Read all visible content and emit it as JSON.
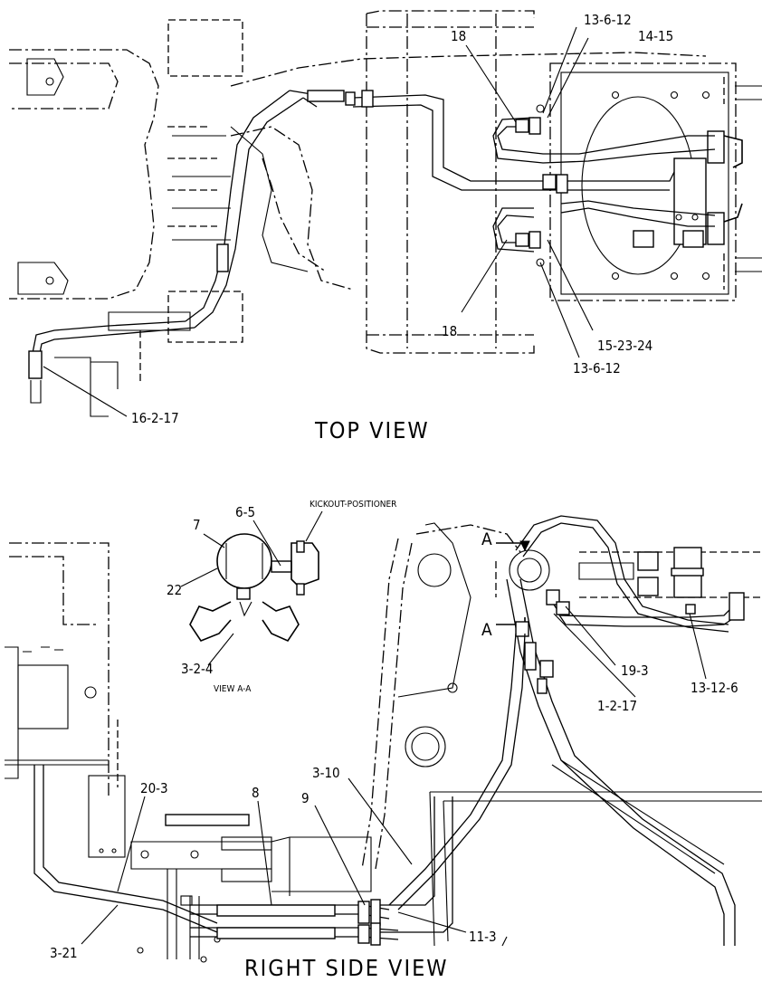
{
  "top_view": {
    "title": "TOP VIEW",
    "callouts": [
      "13-6-12",
      "14-15",
      "18",
      "18",
      "15-23-24",
      "13-6-12",
      "16-2-17"
    ]
  },
  "view_aa": {
    "title": "VIEW A-A",
    "note": "KICKOUT-POSITIONER",
    "callouts": [
      "6-5",
      "7",
      "22",
      "3-2-4"
    ]
  },
  "right_side_view": {
    "title": "RIGHT SIDE VIEW",
    "section_marker": "A",
    "callouts": [
      "19-3",
      "1-2-17",
      "13-12-6",
      "20-3",
      "8",
      "9",
      "3-10",
      "11-3",
      "3-21"
    ]
  }
}
